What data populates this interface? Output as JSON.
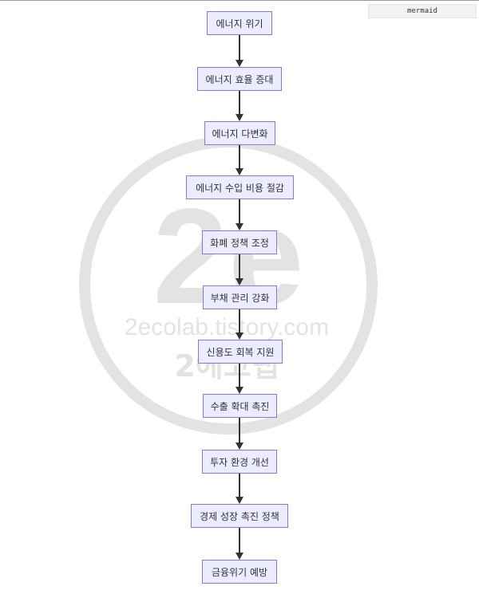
{
  "tab_label": "mermaid",
  "watermark": {
    "logo_text": "2e",
    "url_text": "2ecolab.tistory.com",
    "name_text": "2에코랩"
  },
  "colors": {
    "node_fill": "#ececff",
    "node_border": "#9370db",
    "edge": "#333333",
    "text": "#333333",
    "watermark": "#e3e3e3"
  },
  "nodes": [
    {
      "id": "n1",
      "label": "에너지 위기"
    },
    {
      "id": "n2",
      "label": "에너지 효율 증대"
    },
    {
      "id": "n3",
      "label": "에너지 다변화"
    },
    {
      "id": "n4",
      "label": "에너지 수입 비용 절감"
    },
    {
      "id": "n5",
      "label": "화폐 정책 조정"
    },
    {
      "id": "n6",
      "label": "부채 관리 강화"
    },
    {
      "id": "n7",
      "label": "신용도 회복 지원"
    },
    {
      "id": "n8",
      "label": "수출 확대 촉진"
    },
    {
      "id": "n9",
      "label": "투자 환경 개선"
    },
    {
      "id": "n10",
      "label": "경제 성장 촉진 정책"
    },
    {
      "id": "n11",
      "label": "금융위기 예방"
    }
  ],
  "edges": [
    {
      "from": "n1",
      "to": "n2"
    },
    {
      "from": "n2",
      "to": "n3"
    },
    {
      "from": "n3",
      "to": "n4"
    },
    {
      "from": "n4",
      "to": "n5"
    },
    {
      "from": "n5",
      "to": "n6"
    },
    {
      "from": "n6",
      "to": "n7"
    },
    {
      "from": "n7",
      "to": "n8"
    },
    {
      "from": "n8",
      "to": "n9"
    },
    {
      "from": "n9",
      "to": "n10"
    },
    {
      "from": "n10",
      "to": "n11"
    }
  ]
}
